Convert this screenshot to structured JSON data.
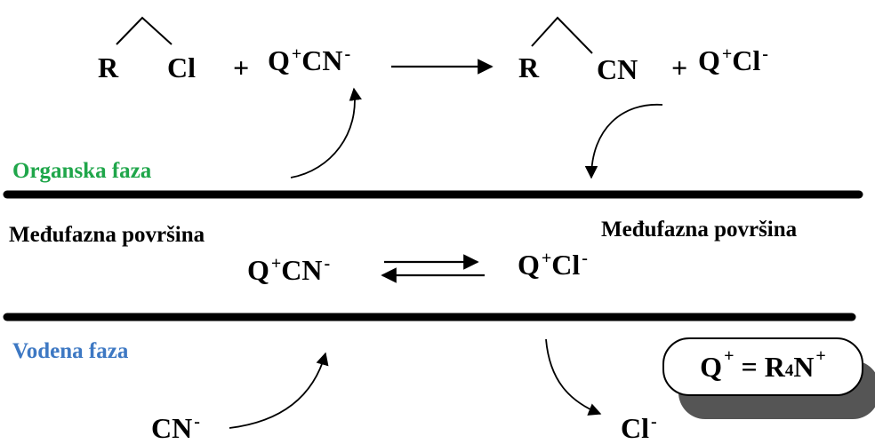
{
  "phases": {
    "organic": "Organska faza",
    "aqueous": "Vodena faza",
    "interface_left": "Međufazna površina",
    "interface_right": "Međufazna površina"
  },
  "reaction_top": {
    "r1": "R",
    "cl1": "Cl",
    "plus1": "+",
    "q1": "Q",
    "q1_charge": "+",
    "cn1": "CN",
    "cn1_charge": "-",
    "r2": "R",
    "cn2": "CN",
    "plus2": "+",
    "q2": "Q",
    "q2_charge": "+",
    "cl2": "Cl",
    "cl2_charge": "-"
  },
  "interface_equilibrium": {
    "q_left": "Q",
    "q_left_charge": "+",
    "cn": "CN",
    "cn_charge": "-",
    "q_right": "Q",
    "q_right_charge": "+",
    "cl": "Cl",
    "cl_charge": "-"
  },
  "aqueous_ions": {
    "cn": "CN",
    "cn_charge": "-",
    "cl": "Cl",
    "cl_charge": "-"
  },
  "definition": {
    "q": "Q",
    "q_charge": "+",
    "equals": "=",
    "r": "R",
    "r_subscript": "4",
    "n": "N",
    "n_charge": "+"
  },
  "colors": {
    "organic_label": "#1fa64a",
    "aqueous_label": "#3d78c3",
    "box_shadow": "#555555"
  }
}
